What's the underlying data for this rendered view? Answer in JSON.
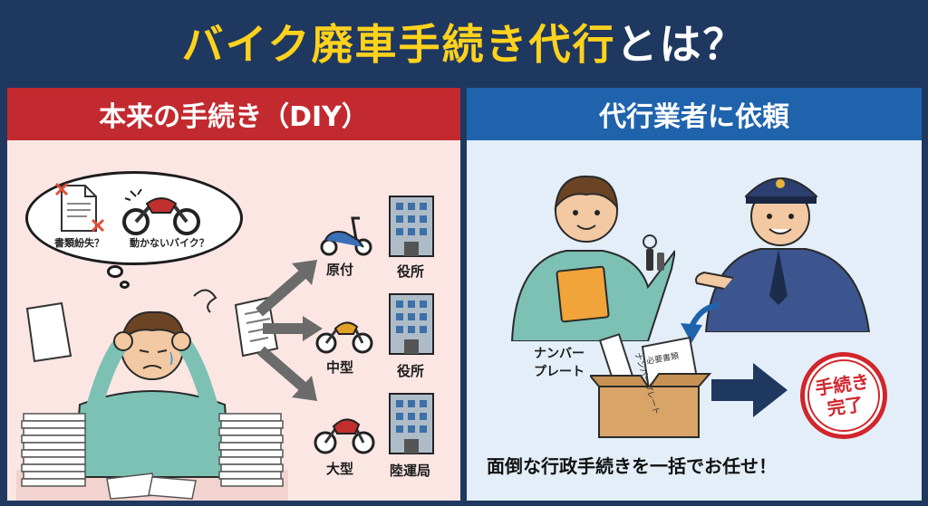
{
  "title": {
    "highlight": "バイク廃車手続き代行",
    "suffix": "とは？"
  },
  "left_panel": {
    "heading": "本来の手続き（DIY）",
    "thought": {
      "lost_docs": "書類紛失？",
      "broken_bike": "動かないバイク？"
    },
    "routes": [
      {
        "vehicle": "原付",
        "office": "役所"
      },
      {
        "vehicle": "中型",
        "office": "役所"
      },
      {
        "vehicle": "大型",
        "office": "陸運局"
      }
    ]
  },
  "right_panel": {
    "heading": "代行業者に依頼",
    "plate_label": "ナンバー\nプレート",
    "plate_text": "ナンバープレート",
    "docs_text": "必要書類",
    "stamp": {
      "line1": "手続き",
      "line2": "完了"
    },
    "footer": "面倒な行政手続きを一括でお任せ！"
  },
  "colors": {
    "navy": "#1f3860",
    "yellow": "#ffd21c",
    "red": "#c22a2f",
    "blue": "#1f63ad",
    "left_bg": "#fbe6e4",
    "right_bg": "#e3eef8"
  }
}
